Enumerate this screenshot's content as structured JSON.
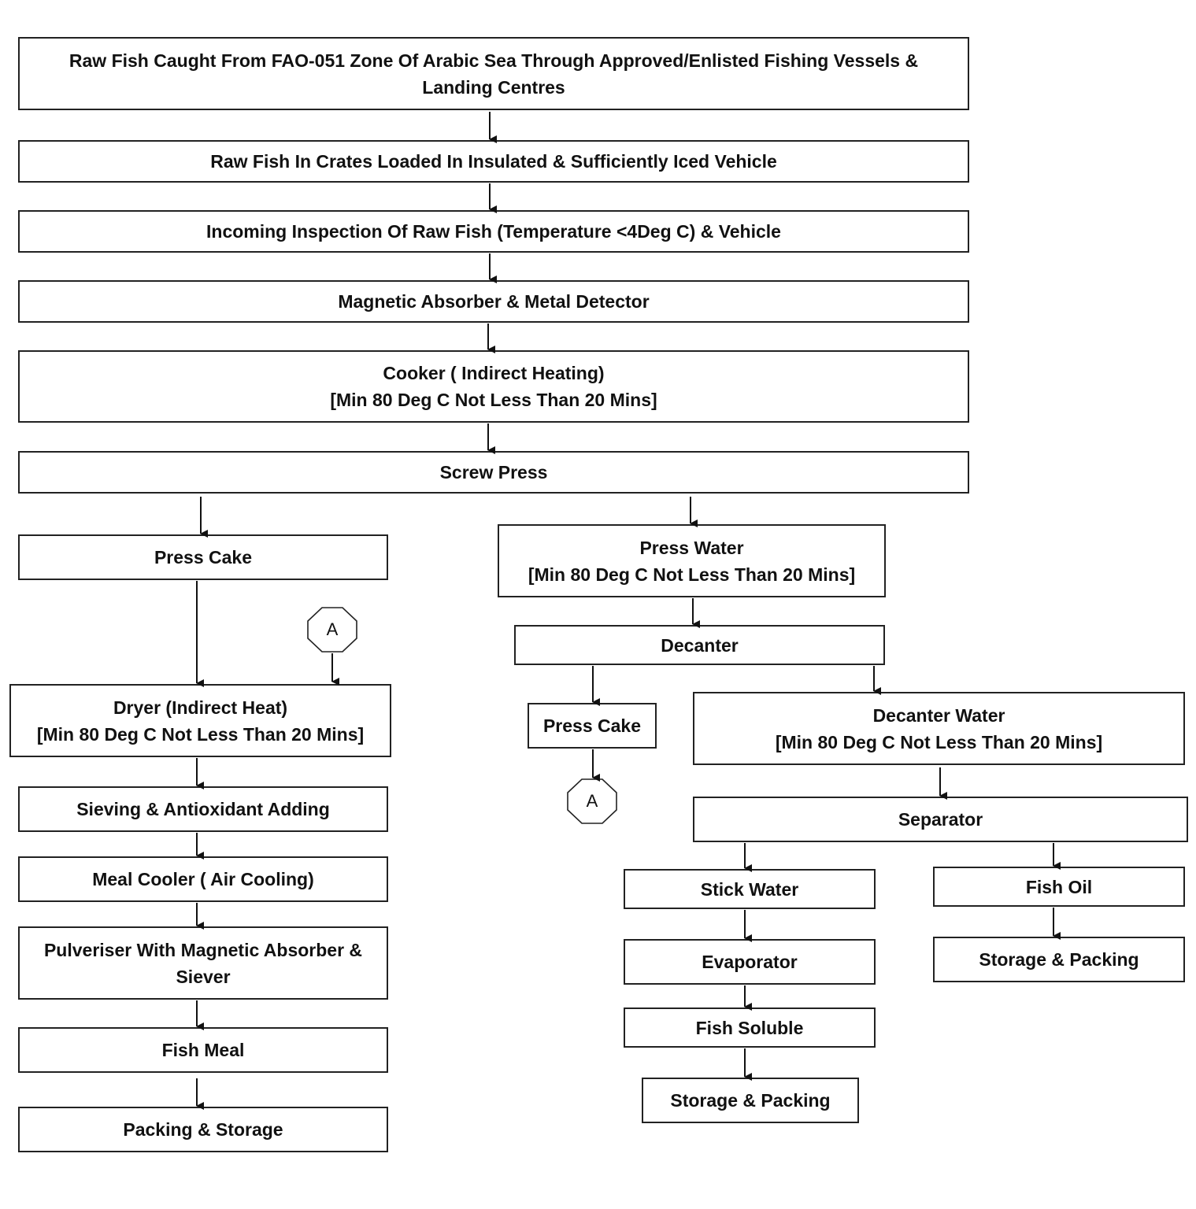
{
  "steps": {
    "raw_fish_caught": "Raw Fish Caught From FAO-051 Zone Of Arabic Sea Through Approved/Enlisted Fishing Vessels & Landing Centres",
    "raw_fish_crates": "Raw Fish In Crates Loaded In Insulated & Sufficiently Iced Vehicle",
    "incoming_inspection": "Incoming Inspection Of Raw Fish (Temperature <4Deg C) & Vehicle",
    "magnetic_absorber": "Magnetic Absorber & Metal Detector",
    "cooker_title": "Cooker ( Indirect Heating)",
    "cooker_condition": "[Min 80 Deg C Not Less Than 20 Mins]",
    "screw_press": "Screw Press",
    "press_cake_left": "Press Cake",
    "dryer_title": "Dryer (Indirect Heat)",
    "dryer_condition": "[Min 80 Deg C Not Less Than 20 Mins]",
    "sieving": "Sieving & Antioxidant Adding",
    "meal_cooler": "Meal Cooler ( Air Cooling)",
    "pulveriser": "Pulveriser With Magnetic Absorber & Siever",
    "fish_meal": "Fish Meal",
    "packing_storage": "Packing & Storage",
    "press_water_title": "Press Water",
    "press_water_condition": "[Min 80 Deg C Not Less Than 20 Mins]",
    "decanter": "Decanter",
    "press_cake_right": "Press Cake",
    "decanter_water_title": "Decanter Water",
    "decanter_water_condition": "[Min 80 Deg C Not Less Than 20 Mins]",
    "separator": "Separator",
    "stick_water": "Stick Water",
    "evaporator": "Evaporator",
    "fish_soluble": "Fish Soluble",
    "storage_packing_soluble": "Storage & Packing",
    "fish_oil": "Fish Oil",
    "storage_packing_oil": "Storage & Packing"
  },
  "connectors": {
    "connector_a_top": "A",
    "connector_a_bottom": "A"
  }
}
